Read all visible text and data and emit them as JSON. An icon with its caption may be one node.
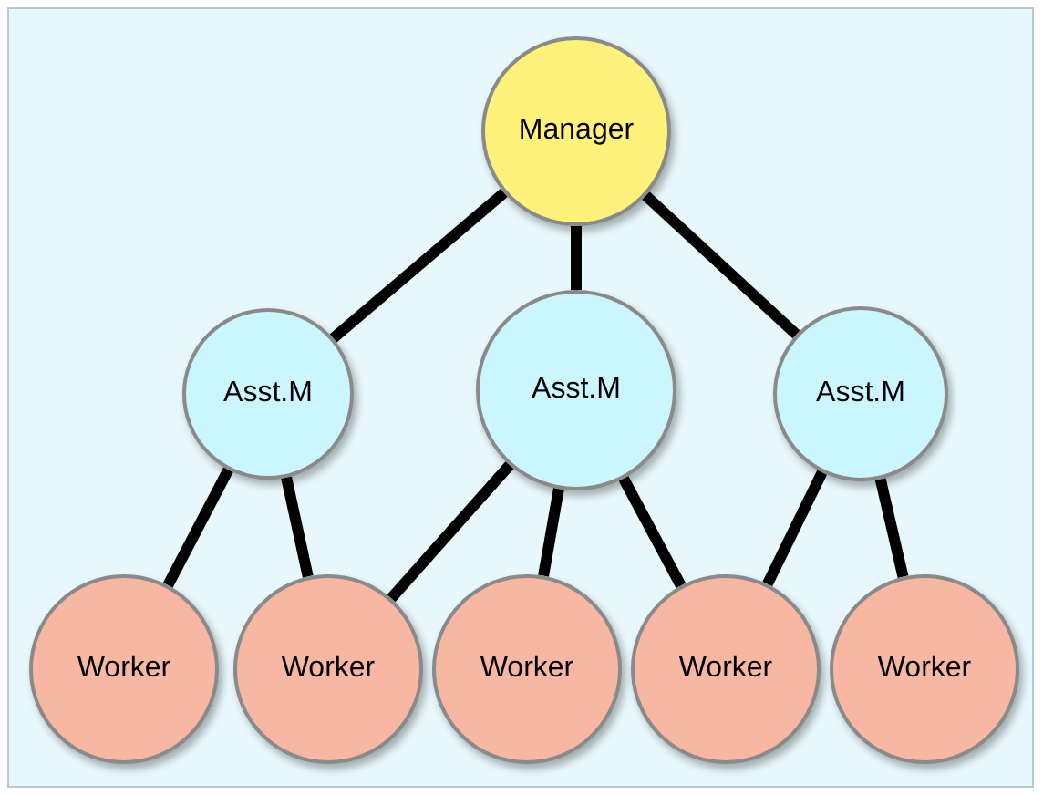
{
  "diagram": {
    "nodes": [
      {
        "text": [
          "Manager"
        ]
      },
      {
        "text": [
          "Asst.M"
        ]
      },
      {
        "text": [
          "Asst.M"
        ]
      },
      {
        "text": [
          "Asst.M"
        ]
      },
      {
        "text": [
          "Worker"
        ]
      },
      {
        "text": [
          "Worker"
        ]
      },
      {
        "text": [
          "Worker"
        ]
      },
      {
        "text": [
          "Worker"
        ]
      },
      {
        "text": [
          "Worker"
        ]
      }
    ],
    "edges": [
      {
        "from": 0,
        "to": 1,
        "arrow": "none"
      },
      {
        "from": 0,
        "to": 2,
        "arrow": "none"
      },
      {
        "from": 0,
        "to": 3,
        "arrow": "none"
      },
      {
        "from": 1,
        "to": 4,
        "arrow": "none"
      },
      {
        "from": 1,
        "to": 5,
        "arrow": "none"
      },
      {
        "from": 2,
        "to": 5,
        "arrow": "none"
      },
      {
        "from": 2,
        "to": 6,
        "arrow": "none"
      },
      {
        "from": 2,
        "to": 7,
        "arrow": "none"
      },
      {
        "from": 3,
        "to": 7,
        "arrow": "none"
      },
      {
        "from": 3,
        "to": 8,
        "arrow": "none"
      }
    ]
  }
}
